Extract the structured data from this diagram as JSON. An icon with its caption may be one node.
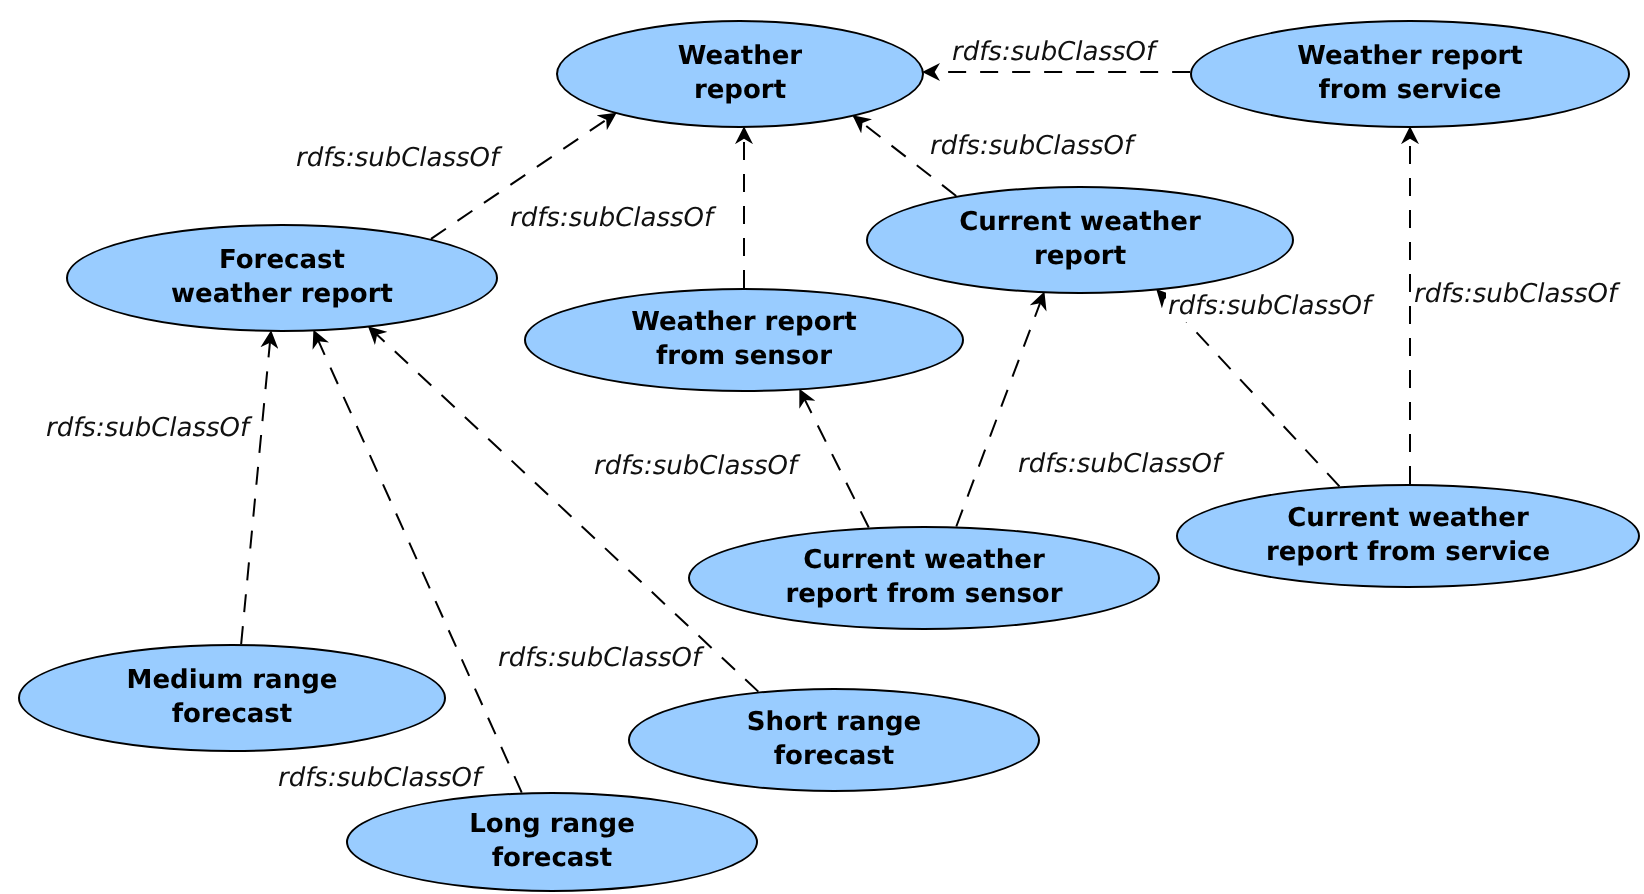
{
  "diagram": {
    "nodes": [
      {
        "text": [
          "Weather report"
        ]
      },
      {
        "text": [
          "Weather report from service"
        ]
      },
      {
        "text": [
          "Forecast weather report"
        ]
      },
      {
        "text": [
          "Current weather report"
        ]
      },
      {
        "text": [
          "Weather report from sensor"
        ]
      },
      {
        "text": [
          "Current weather report from sensor"
        ]
      },
      {
        "text": [
          "Current weather report from service"
        ]
      },
      {
        "text": [
          "Medium range forecast"
        ]
      },
      {
        "text": [
          "Short range forecast"
        ]
      },
      {
        "text": [
          "Long range forecast"
        ]
      }
    ],
    "edges": [
      {
        "from": 2,
        "to": 0,
        "arrow": "to",
        "label": "rdfs:subClassOf",
        "style": "dashed"
      },
      {
        "from": 4,
        "to": 0,
        "arrow": "to",
        "label": "rdfs:subClassOf",
        "style": "dashed"
      },
      {
        "from": 3,
        "to": 0,
        "arrow": "to",
        "label": "rdfs:subClassOf",
        "style": "dashed"
      },
      {
        "from": 1,
        "to": 0,
        "arrow": "to",
        "label": "rdfs:subClassOf",
        "style": "dashed"
      },
      {
        "from": 5,
        "to": 4,
        "arrow": "to",
        "label": "rdfs:subClassOf",
        "style": "dashed"
      },
      {
        "from": 5,
        "to": 3,
        "arrow": "to",
        "label": "rdfs:subClassOf",
        "style": "dashed"
      },
      {
        "from": 6,
        "to": 3,
        "arrow": "to",
        "label": "rdfs:subClassOf",
        "style": "dashed"
      },
      {
        "from": 6,
        "to": 1,
        "arrow": "to",
        "label": "rdfs:subClassOf",
        "style": "dashed"
      },
      {
        "from": 7,
        "to": 2,
        "arrow": "to",
        "label": "rdfs:subClassOf",
        "style": "dashed"
      },
      {
        "from": 9,
        "to": 2,
        "arrow": "to",
        "label": "rdfs:subClassOf",
        "style": "dashed"
      },
      {
        "from": 8,
        "to": 2,
        "arrow": "to",
        "label": "rdfs:subClassOf",
        "style": "dashed"
      }
    ]
  }
}
